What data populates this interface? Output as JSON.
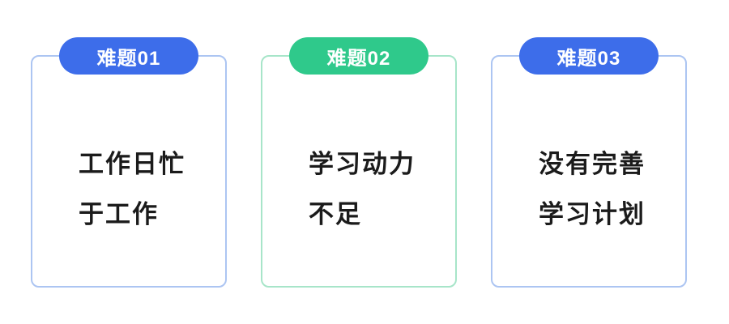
{
  "cards": [
    {
      "badge": "难题01",
      "badge_color": "#3D6DEA",
      "border_color": "#ACC5F2",
      "lines": [
        "工作日忙",
        "于工作"
      ]
    },
    {
      "badge": "难题02",
      "badge_color": "#2FC98B",
      "border_color": "#A7E5C9",
      "lines": [
        "学习动力",
        "不足"
      ]
    },
    {
      "badge": "难题03",
      "badge_color": "#3D6DEA",
      "border_color": "#ACC5F2",
      "lines": [
        "没有完善",
        "学习计划"
      ]
    }
  ]
}
